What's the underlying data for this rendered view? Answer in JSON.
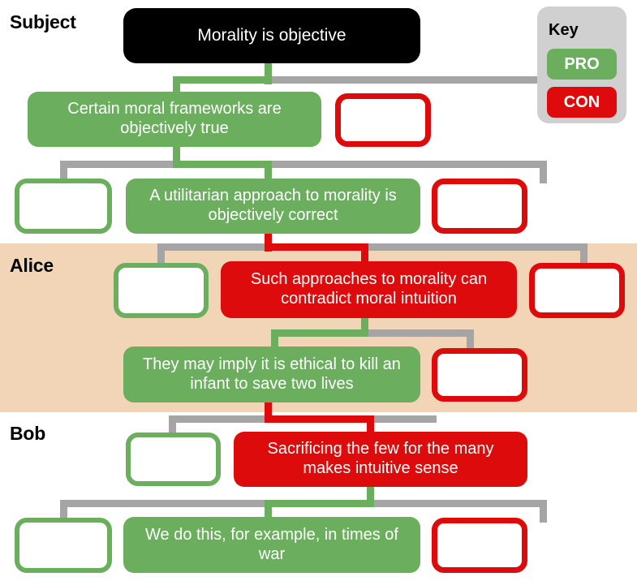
{
  "diagram": {
    "title_node": {
      "text": "Morality is objective",
      "type": "subject"
    },
    "speakers": [
      {
        "id": "subject",
        "label": "Subject"
      },
      {
        "id": "alice",
        "label": "Alice"
      },
      {
        "id": "bob",
        "label": "Bob"
      }
    ],
    "key": {
      "title": "Key",
      "items": [
        {
          "label": "PRO",
          "color": "#6aae5e"
        },
        {
          "label": "CON",
          "color": "#dd0b0b"
        }
      ]
    },
    "colors": {
      "pro": "#6aae5e",
      "con": "#dd0b0b",
      "root": "#000000",
      "connector": "#a5a5a5",
      "alice_band": "#f2d5b6",
      "key_background": "#d0d0d0",
      "node_text": "#ffffff"
    },
    "rows": [
      {
        "row": 1,
        "speaker": "subject",
        "nodes": [
          {
            "slot": "center",
            "stance": "pro",
            "text": "Certain moral frameworks are objectively true",
            "empty": false
          },
          {
            "slot": "right",
            "stance": "con",
            "text": "",
            "empty": true
          }
        ]
      },
      {
        "row": 2,
        "speaker": "subject",
        "nodes": [
          {
            "slot": "left",
            "stance": "pro",
            "text": "",
            "empty": true
          },
          {
            "slot": "center",
            "stance": "pro",
            "text": "A utilitarian approach to morality is objectively correct",
            "empty": false
          },
          {
            "slot": "right",
            "stance": "con",
            "text": "",
            "empty": true
          }
        ]
      },
      {
        "row": 3,
        "speaker": "alice",
        "nodes": [
          {
            "slot": "left",
            "stance": "pro",
            "text": "",
            "empty": true
          },
          {
            "slot": "center",
            "stance": "con",
            "text": "Such approaches to morality can contradict moral intuition",
            "empty": false
          },
          {
            "slot": "right",
            "stance": "con",
            "text": "",
            "empty": true
          }
        ]
      },
      {
        "row": 4,
        "speaker": "alice",
        "nodes": [
          {
            "slot": "center",
            "stance": "pro",
            "text": "They may imply it is ethical to kill an infant to save two lives",
            "empty": false
          },
          {
            "slot": "right",
            "stance": "con",
            "text": "",
            "empty": true
          }
        ]
      },
      {
        "row": 5,
        "speaker": "bob",
        "nodes": [
          {
            "slot": "left",
            "stance": "pro",
            "text": "",
            "empty": true
          },
          {
            "slot": "center",
            "stance": "con",
            "text": "Sacrificing the few for the many makes intuitive sense",
            "empty": false
          }
        ]
      },
      {
        "row": 6,
        "speaker": "bob",
        "nodes": [
          {
            "slot": "left",
            "stance": "pro",
            "text": "",
            "empty": true
          },
          {
            "slot": "center",
            "stance": "pro",
            "text": "We do this, for example, in times of war",
            "empty": false
          },
          {
            "slot": "right",
            "stance": "con",
            "text": "",
            "empty": true
          }
        ]
      }
    ]
  }
}
